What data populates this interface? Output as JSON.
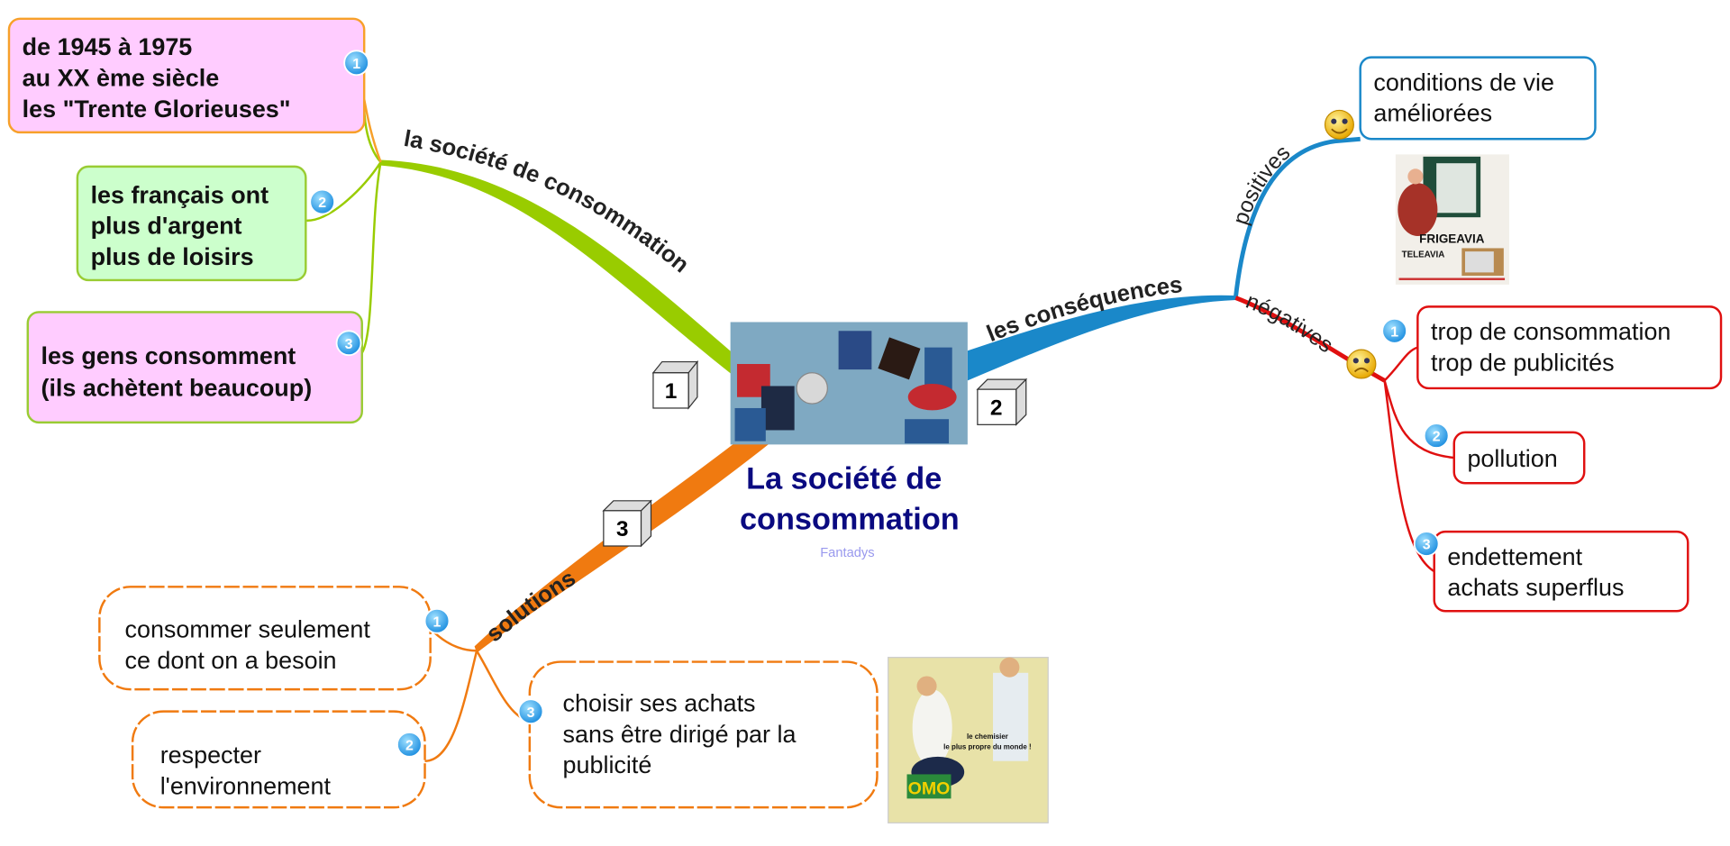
{
  "central": {
    "title_line1": "La société de",
    "title_line2": "consommation",
    "author": "Fantadys"
  },
  "branches": [
    {
      "label": "la société de consommation",
      "order": "1",
      "color": "#99cc00",
      "children": [
        {
          "number": "1",
          "lines": [
            "de 1945 à 1975",
            "au XX ème siècle",
            "les \"Trente Glorieuses\""
          ]
        },
        {
          "number": "2",
          "lines": [
            "les français ont",
            "plus d'argent",
            "plus de loisirs"
          ]
        },
        {
          "number": "3",
          "lines": [
            "les gens consomment",
            "(ils achètent beaucoup)"
          ]
        }
      ]
    },
    {
      "label": "les conséquences",
      "order": "2",
      "color": "#1a88c9",
      "sub": [
        {
          "label": "positives",
          "icon": "smiley-happy-icon",
          "color": "#1a88c9",
          "children": [
            {
              "lines": [
                "conditions de vie",
                "améliorées"
              ]
            }
          ],
          "image_text": [
            "FRIGEAVIA",
            "TELEAVIA"
          ]
        },
        {
          "label": "négatives",
          "icon": "smiley-sad-icon",
          "color": "#e01010",
          "children": [
            {
              "number": "1",
              "lines": [
                "trop de consommation",
                "trop de publicités"
              ]
            },
            {
              "number": "2",
              "lines": [
                "pollution"
              ]
            },
            {
              "number": "3",
              "lines": [
                "endettement",
                "achats superflus"
              ]
            }
          ]
        }
      ]
    },
    {
      "label": "solutions",
      "order": "3",
      "color": "#f07a10",
      "children": [
        {
          "number": "1",
          "lines": [
            "consommer seulement",
            "ce dont on a besoin"
          ]
        },
        {
          "number": "2",
          "lines": [
            "respecter",
            "l'environnement"
          ]
        },
        {
          "number": "3",
          "lines": [
            "choisir ses achats",
            "sans être dirigé par la",
            "publicité"
          ]
        }
      ],
      "image_text": [
        "OMO",
        "le chemisier",
        "le plus propre du monde !"
      ]
    }
  ]
}
